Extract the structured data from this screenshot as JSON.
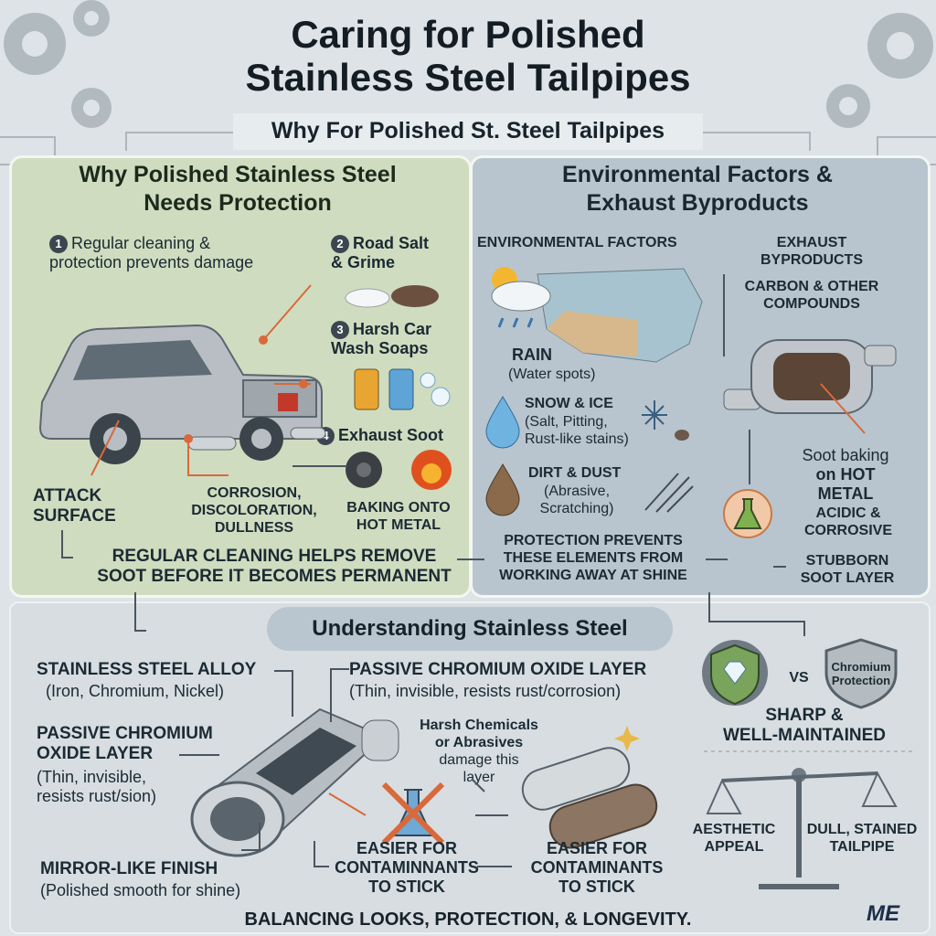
{
  "title": [
    "Caring for Polished",
    "Stainless Steel Tailpipes"
  ],
  "subtitle": "Why For Polished St. Steel Tailpipes",
  "left_panel": {
    "heading": [
      "Why Polished Stainless Steel",
      "Needs Protection"
    ],
    "items": [
      {
        "number": "1",
        "text": [
          "Regular cleaning &",
          "protection prevents damage"
        ]
      },
      {
        "number": "2",
        "text": [
          "Road Salt",
          "& Grime"
        ]
      },
      {
        "number": "3",
        "text": [
          "Harsh Car",
          "Wash Soaps"
        ]
      },
      {
        "number": "4",
        "text": [
          "Exhaust Soot"
        ]
      }
    ],
    "attack_surface": [
      "ATTACK",
      "SURFACE"
    ],
    "corrosion": [
      "CORROSION,",
      "DISCOLORATION,",
      "DULLNESS"
    ],
    "baking": [
      "BAKING ONTO",
      "HOT METAL"
    ],
    "regular_cleaning": [
      "REGULAR CLEANING HELPS REMOVE",
      "SOOT BEFORE IT BECOMES PERMANENT"
    ]
  },
  "right_panel": {
    "heading": [
      "Environmental Factors &",
      "Exhaust Byproducts"
    ],
    "env_header": "ENVIRONMENTAL FACTORS",
    "rain": {
      "label": "RAIN",
      "detail": "(Water spots)"
    },
    "snow": {
      "label": "SNOW & ICE",
      "detail": [
        "(Salt, Pitting,",
        "Rust-like stains)"
      ]
    },
    "dirt": {
      "label": "DIRT & DUST",
      "detail": [
        "(Abrasive,",
        "Scratching)"
      ]
    },
    "protection": [
      "PROTECTION PREVENTS",
      "THESE ELEMENTS FROM",
      "WORKING AWAY AT SHINE"
    ],
    "exhaust_header": [
      "EXHAUST",
      "BYPRODUCTS"
    ],
    "carbon": [
      "CARBON & OTHER",
      "COMPOUNDS"
    ],
    "soot_baking": [
      "Soot baking",
      "on HOT METAL"
    ],
    "acidic": [
      "ACIDIC &",
      "CORROSIVE"
    ],
    "stubborn": [
      "STUBBORN",
      "SOOT LAYER"
    ]
  },
  "bottom_panel": {
    "pill": "Understanding Stainless Steel",
    "alloy": {
      "label": "STAINLESS STEEL ALLOY",
      "detail": "(Iron, Chromium, Nickel)"
    },
    "passive_top": {
      "label": "PASSIVE CHROMIUM OXIDE LAYER",
      "detail": "(Thin, invisible, resists rust/corrosion)"
    },
    "passive_left": {
      "label": [
        "PASSIVE CHROMIUM",
        "OXIDE LAYER"
      ],
      "detail": [
        "(Thin, invisible,",
        "resists rust/sion)"
      ]
    },
    "harsh": [
      "Harsh Chemicals",
      "or Abrasives",
      "damage this",
      "layer"
    ],
    "mirror": {
      "label": "MIRROR-LIKE FINISH",
      "detail": "(Polished smooth for shine)"
    },
    "easier1": [
      "EASIER FOR",
      "CONTAMINNANTS",
      "TO STICK"
    ],
    "easier2": [
      "EASIER FOR",
      "CONTAMINANTS",
      "TO STICK"
    ],
    "vs": "VS",
    "chromium_badge": [
      "Chromium",
      "Protection"
    ],
    "sharp": [
      "SHARP &",
      "WELL-MAINTAINED"
    ],
    "aesthetic": [
      "AESTHETIC",
      "APPEAL"
    ],
    "dull": [
      "DULL, STAINED",
      "TAILPIPE"
    ]
  },
  "footer": "BALANCING LOOKS, PROTECTION, & LONGEVITY.",
  "logo": "ME",
  "colors": {
    "left_panel": "#cfdcbf",
    "right_panel": "#b8c5cf",
    "bottom_panel": "#d7dde1",
    "accent_arrow": "#d9693a"
  }
}
